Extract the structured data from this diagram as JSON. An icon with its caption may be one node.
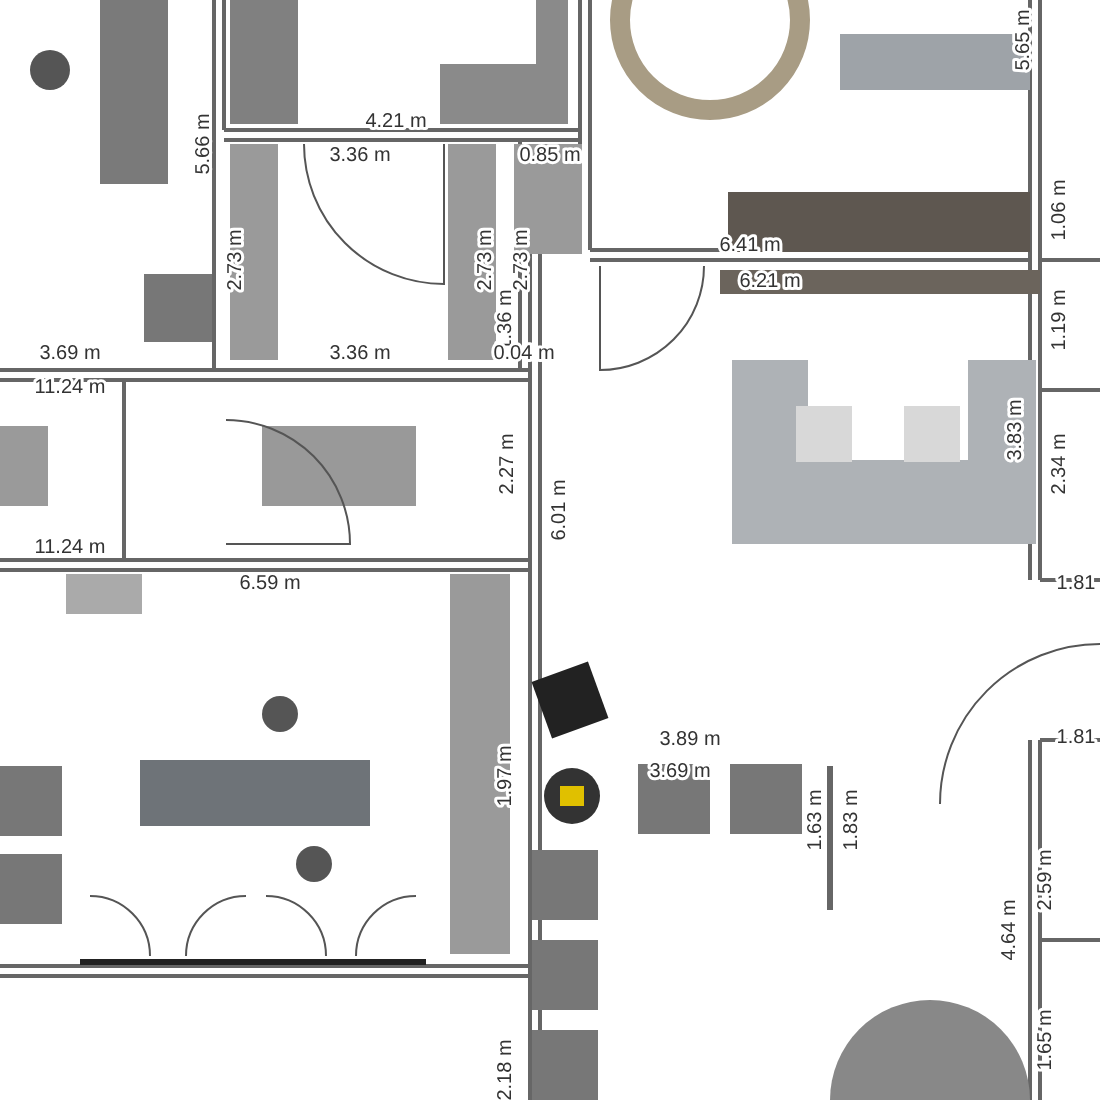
{
  "diagram": {
    "labels": [
      "5.65 m",
      "4.21 m",
      "5.66 m",
      "3.36 m",
      "0.85 m",
      "1.06 m",
      "6.41 m",
      "2.73 m",
      "2.73 m",
      "2.73 m",
      "6.21 m",
      "1.36 m",
      "1.19 m",
      "3.69 m",
      "3.36 m",
      "0.04 m",
      "11.24 m",
      "2.27 m",
      "6.01 m",
      "3.83 m",
      "2.34 m",
      "11.24 m",
      "6.59 m",
      "1.81",
      "3.89 m",
      "1.81",
      "3.69 m",
      "1.97 m",
      "1.63 m",
      "1.83 m",
      "2.59 m",
      "4.64 m",
      "1.65 m",
      "2.18 m"
    ]
  }
}
